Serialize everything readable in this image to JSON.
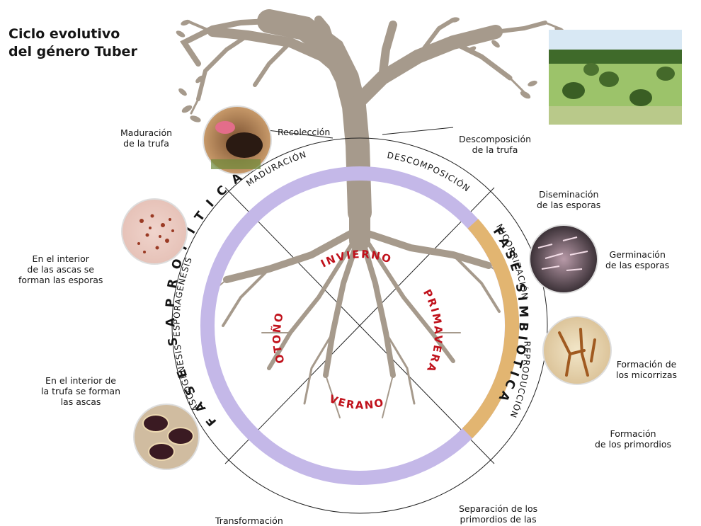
{
  "title": {
    "line1": "Ciclo evolutivo",
    "line2": "del género Tuber"
  },
  "phases": {
    "saprophytic": {
      "label": "FASE SAPROFÍTICA",
      "color": "#c4b8e8"
    },
    "symbiotic": {
      "label": "FASE SIMBIÓTICA",
      "color": "#e2b571"
    }
  },
  "seasons": {
    "winter": "INVIERNO",
    "spring": "PRIMAVERA",
    "summer": "VERANO",
    "autumn": "OTOÑO",
    "color": "#c0111b"
  },
  "stages": {
    "maturation": "MADURACIÓN",
    "decomposition": "DESCOMPOSICIÓN",
    "mycorrhization": "MICORRIZACIÓN",
    "reproduction": "REPRODUCCIÓN",
    "ascogenesis": "ASCOGÉNESIS",
    "sporogenesis": "ESPORAGÉNESIS"
  },
  "events": {
    "maturation_truffle": [
      "Maduración",
      "de la trufa"
    ],
    "harvest": "Recolección",
    "decomposition_truffle": [
      "Descomposición",
      "de la trufa"
    ],
    "spore_dissemination": [
      "Diseminación",
      "de las esporas"
    ],
    "spore_germination": [
      "Germinación",
      "de las esporas"
    ],
    "mycorrhiza_formation": [
      "Formación de",
      "los micorrizas"
    ],
    "primordia_formation": [
      "Formación",
      "de los primordios"
    ],
    "primordia_separation": [
      "Separación de los",
      "primordios de las"
    ],
    "transformation": "Transformación",
    "asci_formation": [
      "En el interior de",
      "la trufa se forman",
      "las ascas"
    ],
    "spores_in_asci": [
      "En el interior",
      "de las ascas se",
      "forman las esporas"
    ]
  },
  "colors": {
    "tree": "#a69a8c",
    "text": "#151515",
    "line": "#222222"
  }
}
